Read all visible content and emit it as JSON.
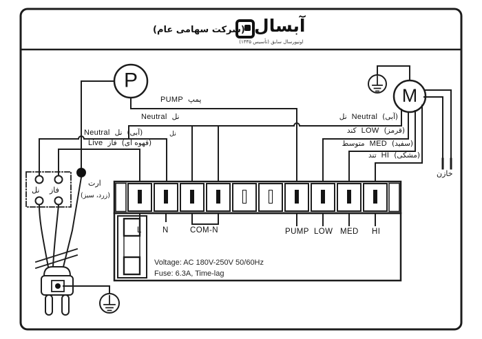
{
  "header": {
    "company_note": "(شرکت سهامی عام)",
    "brand": "آبسال",
    "brand_sub": "اونیورسال سابق (تأسیس ۱۳۳۵)"
  },
  "pump": {
    "symbol": "P",
    "line_live": {
      "en": "PUMP",
      "fa": "پمپ"
    },
    "line_neutral": {
      "en": "Neutral",
      "fa": "نل"
    }
  },
  "motor": {
    "symbol": "M"
  },
  "mains": {
    "neutral": {
      "en": "Neutral",
      "fa": "نل",
      "color": "(آبی)"
    },
    "live": {
      "en": "Live",
      "fa": "فاز",
      "color": "(قهوه ای)"
    },
    "neutral_tag": "نل",
    "earth_label": "ارت",
    "earth_color": "(زرد، سبز)"
  },
  "socket": {
    "left": "نل",
    "right": "فاز"
  },
  "motor_wires": [
    {
      "fa": "نل",
      "en": "Neutral",
      "color": "(آبی)"
    },
    {
      "fa": "کند",
      "en": "LOW",
      "color": "(قرمز)"
    },
    {
      "fa": "متوسط",
      "en": "MED",
      "color": "(سفید)"
    },
    {
      "fa": "تند",
      "en": "HI",
      "color": "(مشکی)"
    }
  ],
  "capacitor_label": "خازن",
  "terminals": {
    "labels": [
      "L",
      "N",
      "COM-N",
      "PUMP",
      "LOW",
      "MED",
      "HI"
    ]
  },
  "specs": {
    "voltage": "Voltage: AC 180V-250V 50/60Hz",
    "fuse": "Fuse: 6.3A, Time-lag"
  }
}
